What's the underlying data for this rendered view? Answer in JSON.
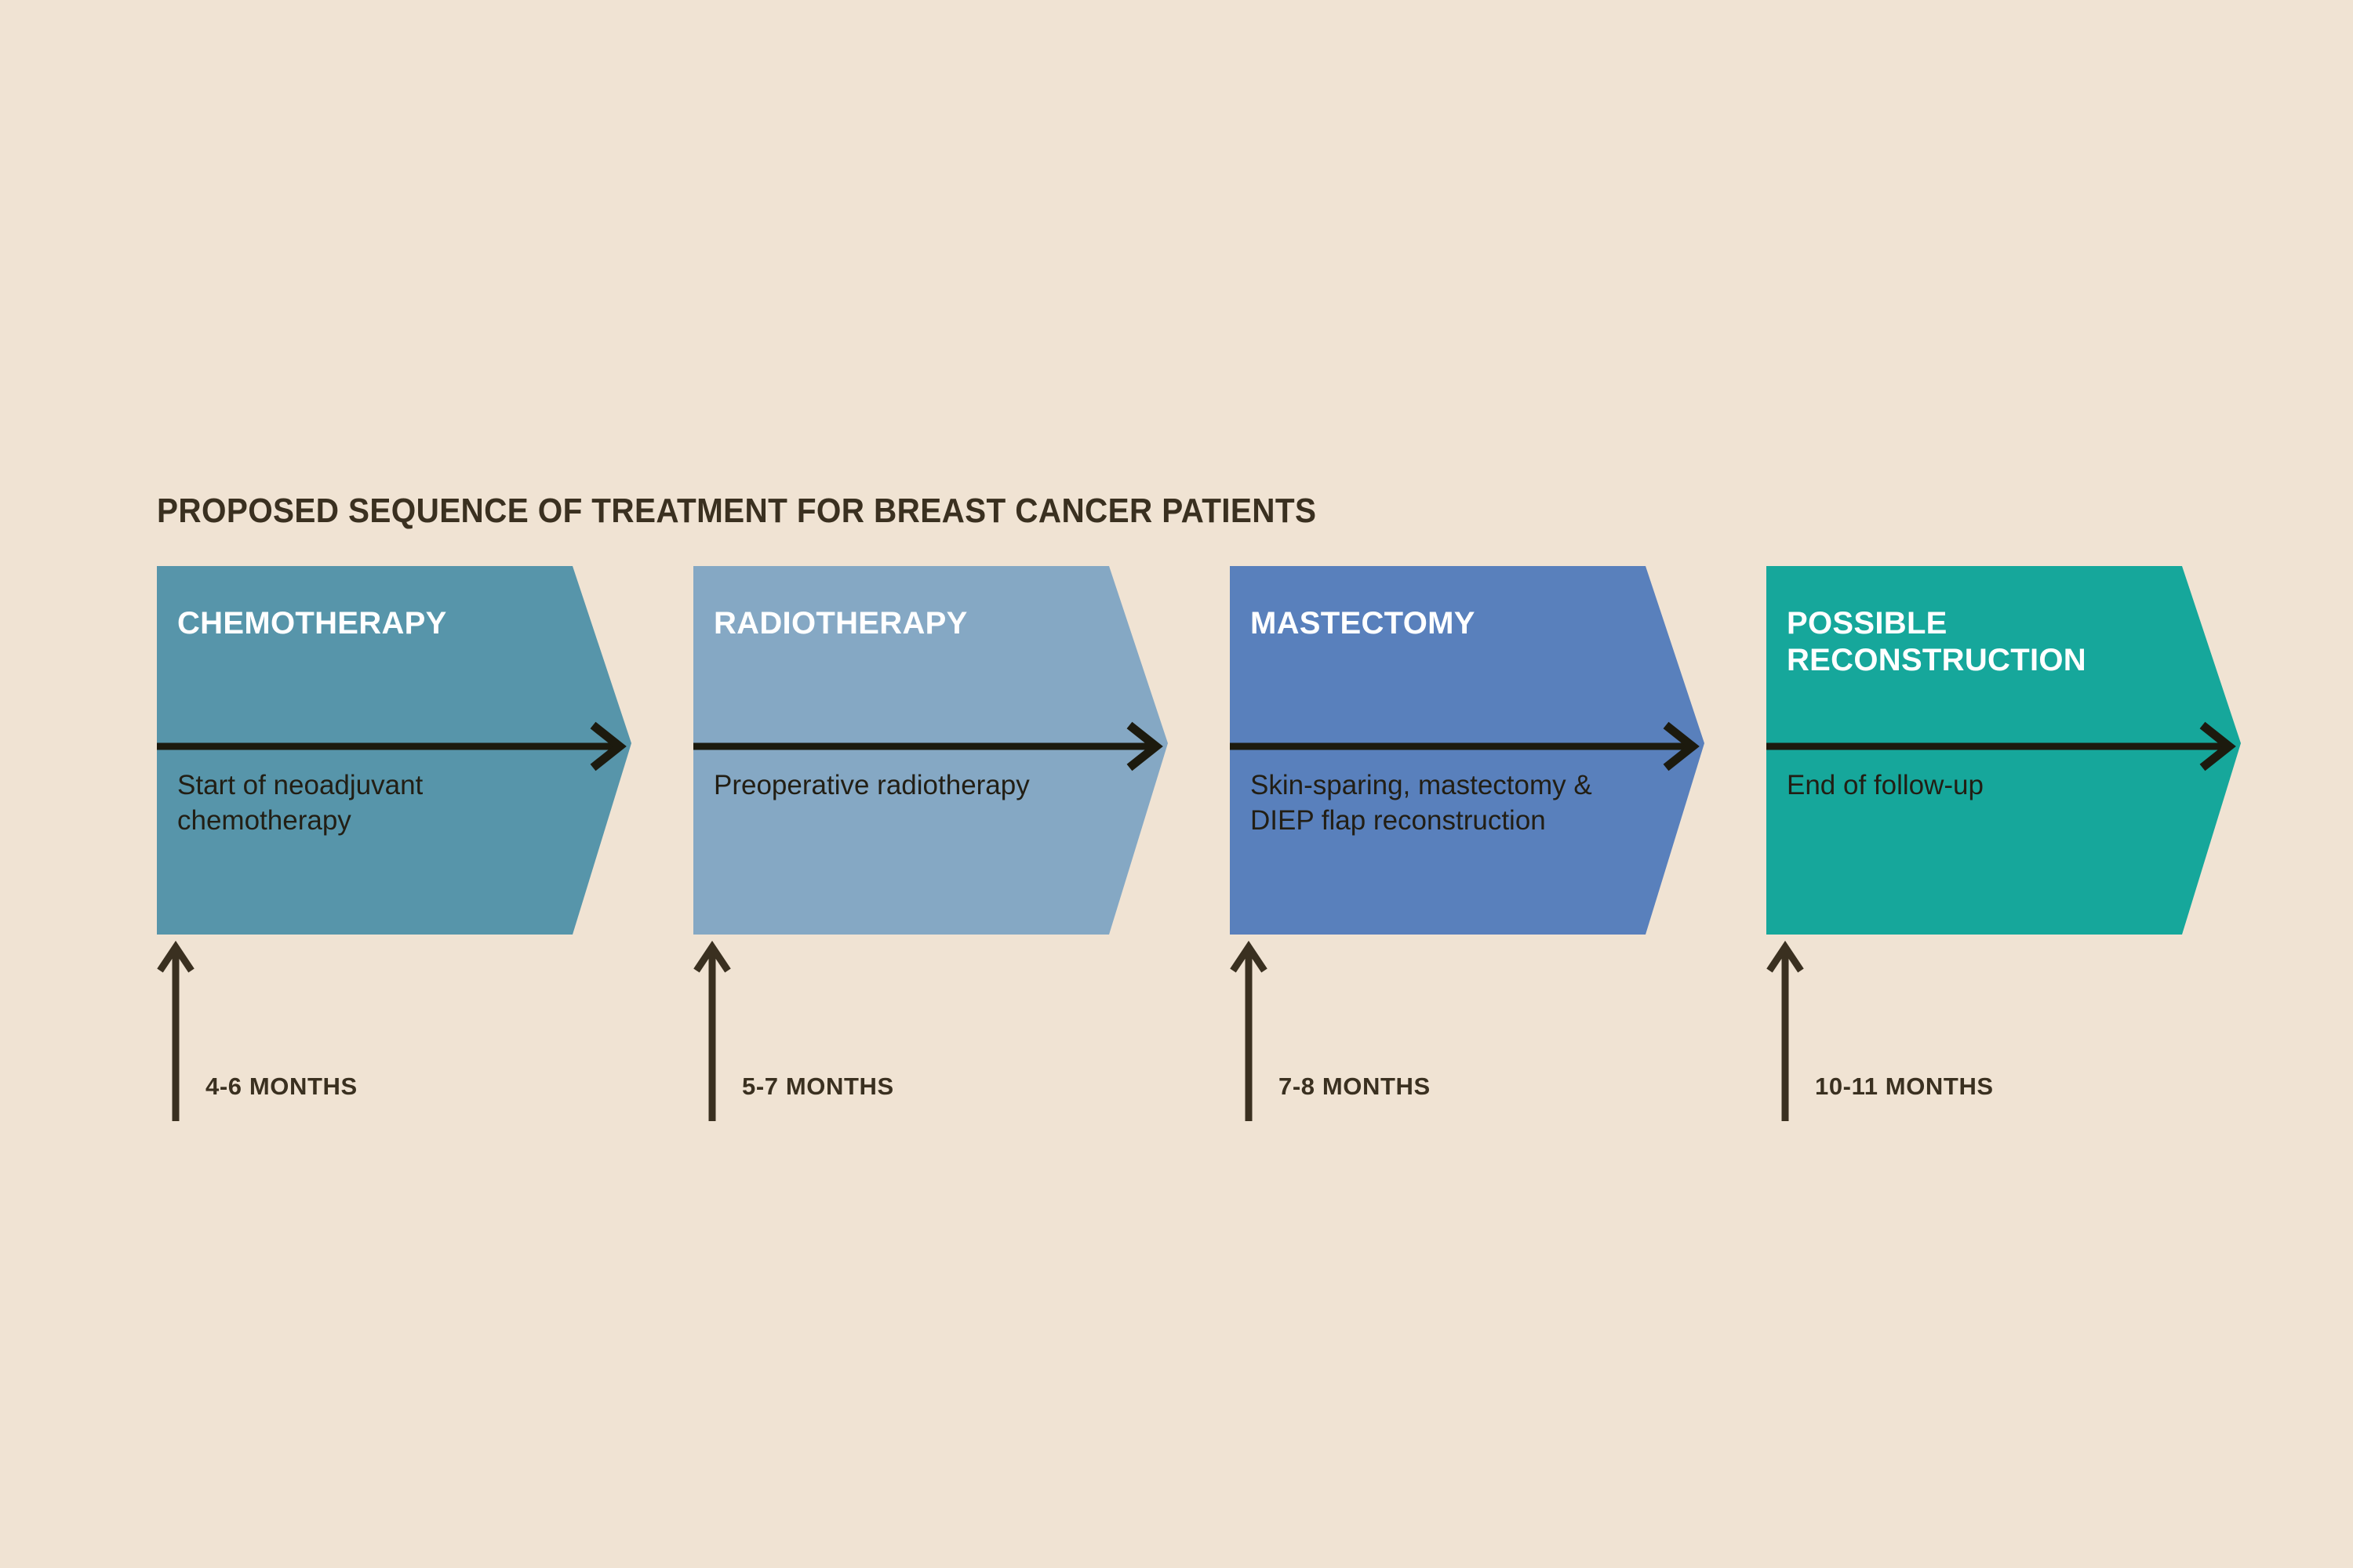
{
  "page": {
    "title": "PROPOSED SEQUENCE OF TREATMENT FOR BREAST CANCER PATIENTS",
    "background_color": "#F0E3D3",
    "text_color": "#3A3020"
  },
  "stages": [
    {
      "title": "CHEMOTHERAPY",
      "description": "Start of neoadjuvant chemotherapy",
      "color": "#5795AA",
      "timeline": "4-6 MONTHS"
    },
    {
      "title": "RADIOTHERAPY",
      "description": "Preoperative radiotherapy",
      "color": "#85A8C4",
      "timeline": "5-7 MONTHS"
    },
    {
      "title": "MASTECTOMY",
      "description": "Skin-sparing, mastectomy & DIEP flap reconstruction",
      "color": "#5980BC",
      "timeline": "7-8 MONTHS"
    },
    {
      "title": "POSSIBLE RECONSTRUCTION",
      "description": "End of follow-up",
      "color": "#16A79B",
      "timeline": "10-11 MONTHS"
    }
  ]
}
